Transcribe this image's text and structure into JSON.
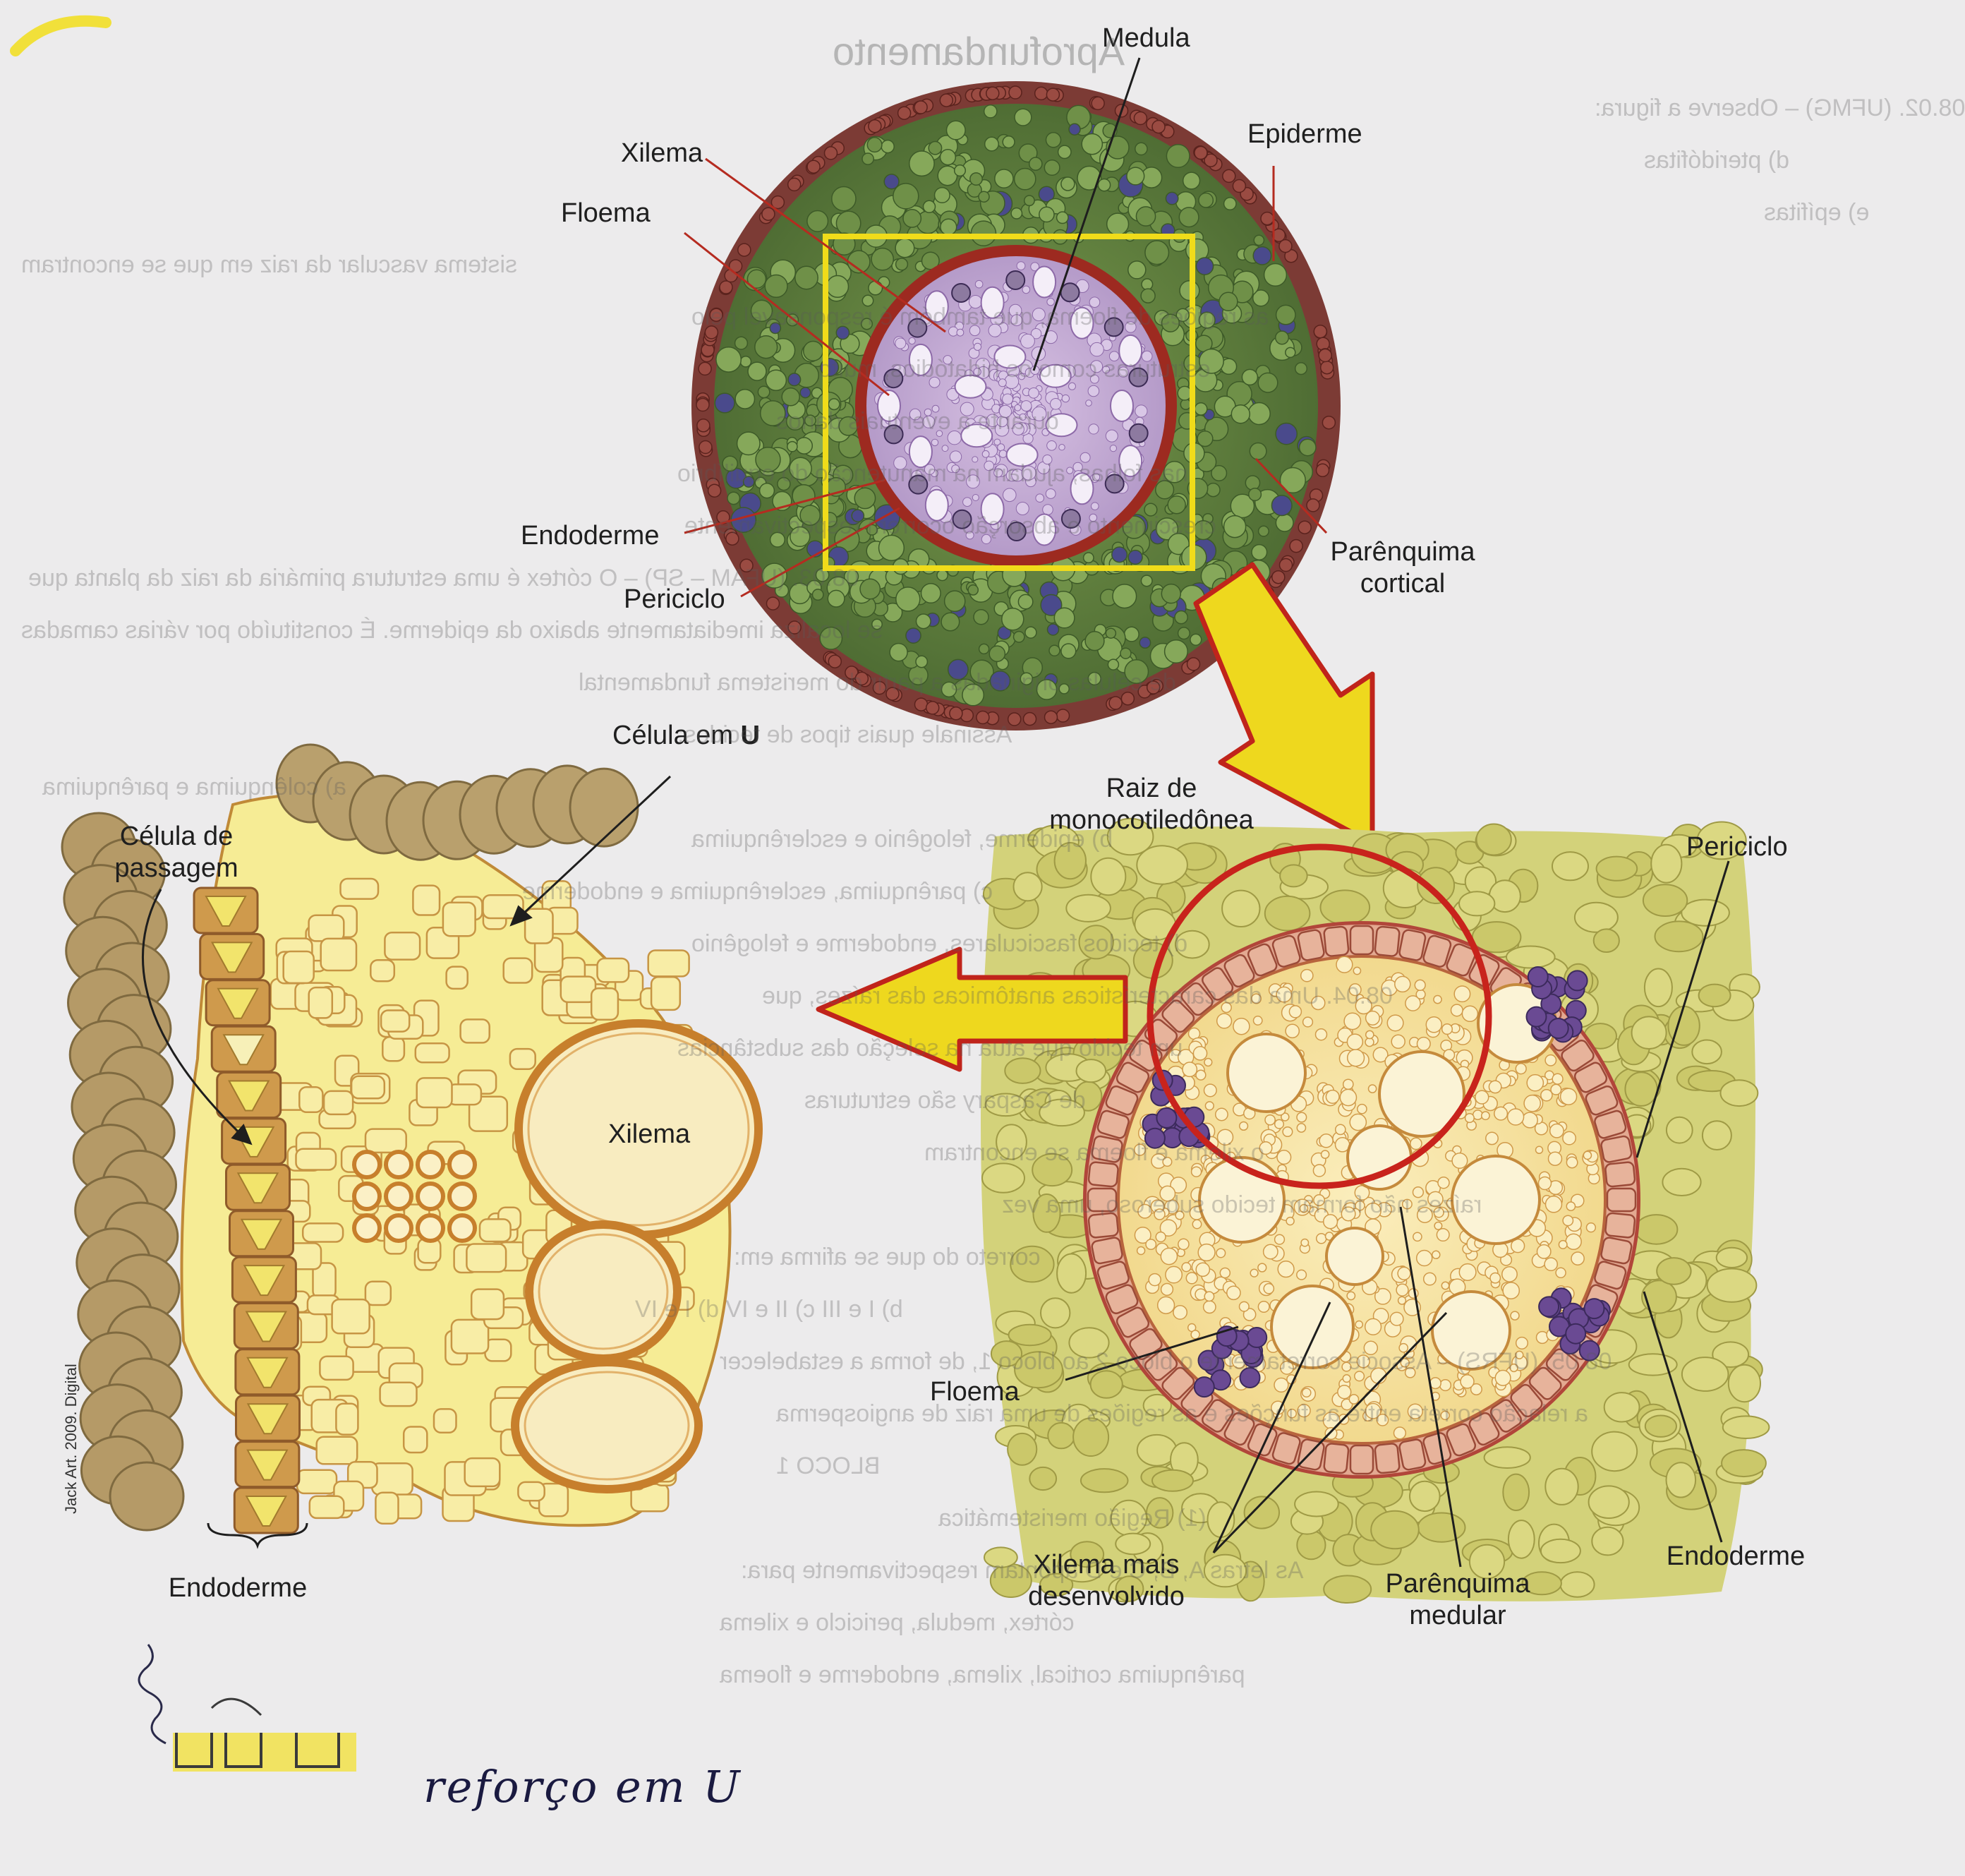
{
  "labels": {
    "medula": "Medula",
    "xilema_top": "Xilema",
    "floema_top": "Floema",
    "epiderme": "Epiderme",
    "endoderme_top": "Endoderme",
    "periciclo_top": "Periciclo",
    "parenquima_cortical_1": "Parênquima",
    "parenquima_cortical_2": "cortical",
    "celula_em": "Célula em ",
    "celula_em_letter": "U",
    "raiz_1": "Raiz de",
    "raiz_2": "monocotiledônea",
    "celula_passagem_1": "Célula de",
    "celula_passagem_2": "passagem",
    "xilema_left": "Xilema",
    "periciclo_right": "Periciclo",
    "floema_bottom": "Floema",
    "endoderme_left": "Endoderme",
    "xilema_mais_1": "Xilema mais",
    "xilema_mais_2": "desenvolvido",
    "parenquima_medular_1": "Parênquima",
    "parenquima_medular_2": "medular",
    "endoderme_right": "Endoderme"
  },
  "credit": "Jack Art. 2009. Digital",
  "handwriting": "reforço em U",
  "bleed_text": [
    "Aprofundamento",
    "08.02. (UFMG) – Observe a figura:",
    "d) pteridófitas",
    "e) epífitas",
    "sistema vascular da raiz em que se encontram",
    "as regiões de floema, que também é responsável pelo",
    "estruturas como os hidatódios, muito",
    "durante a eventuais danos",
    "nas folhas, ajudam na manutenção do equilíbrio",
    "crescimento e absorção ocorrem respectivamente",
    "08.03. (UFAM – SP) – O córtex é uma estrutura primária da raiz da planta que",
    "se localiza imediatamente abaixo da epiderme. É constituído por várias camadas",
    "de células originadas a partir do meristema fundamental",
    "Assinale quais tipos de tecidos:",
    "a) colênquima e parênquima",
    "b) epiderme, felogênio e esclerênquima",
    "c) parênquima, esclerênquima e endoderme",
    "d) tecidos fasciculares, endoderme e felogênio",
    "08.04. Uma das características anatômicas das raízes, que",
    "um tecido que atua na seleção das substâncias",
    "de Caspary são estruturas",
    "o xilema e floema se encontram",
    "raízes não formam tecido suberoso, uma vez",
    "correto do que se afirma em:",
    "b) I e III   c) II e IV   d) I e IV",
    "08.05. (UFRS) – Associe corretamente o bloco 2 ao bloco 1, de forma a estabelecer",
    "a relação correta entre as funções e as regiões de uma raiz de angiosperma",
    "BLOCO 1",
    "(1) Região meristemática",
    "As letras A, B, C e D apontam respectivamente para:",
    "córtex, medula, periciclo e xilema",
    "parênquima cortical, xilema, endoderme e floema"
  ],
  "colors": {
    "paper": "#ecebec",
    "epiderme": "#7b3b33",
    "cortex": "#5c7a3a",
    "medula": "#c9b1d8",
    "endoderme_ring": "#a8281e",
    "frame": "#e8d21c",
    "arrow_fill": "#eed81e",
    "arrow_edge": "#c0241b",
    "detail_bg": "#d6d57a",
    "vascular": "#f6e3a2",
    "endo_cells": "#e3a991",
    "floema": "#6b4a94",
    "outer_cells": "#b59a67",
    "u_cells": "#e0c468"
  }
}
